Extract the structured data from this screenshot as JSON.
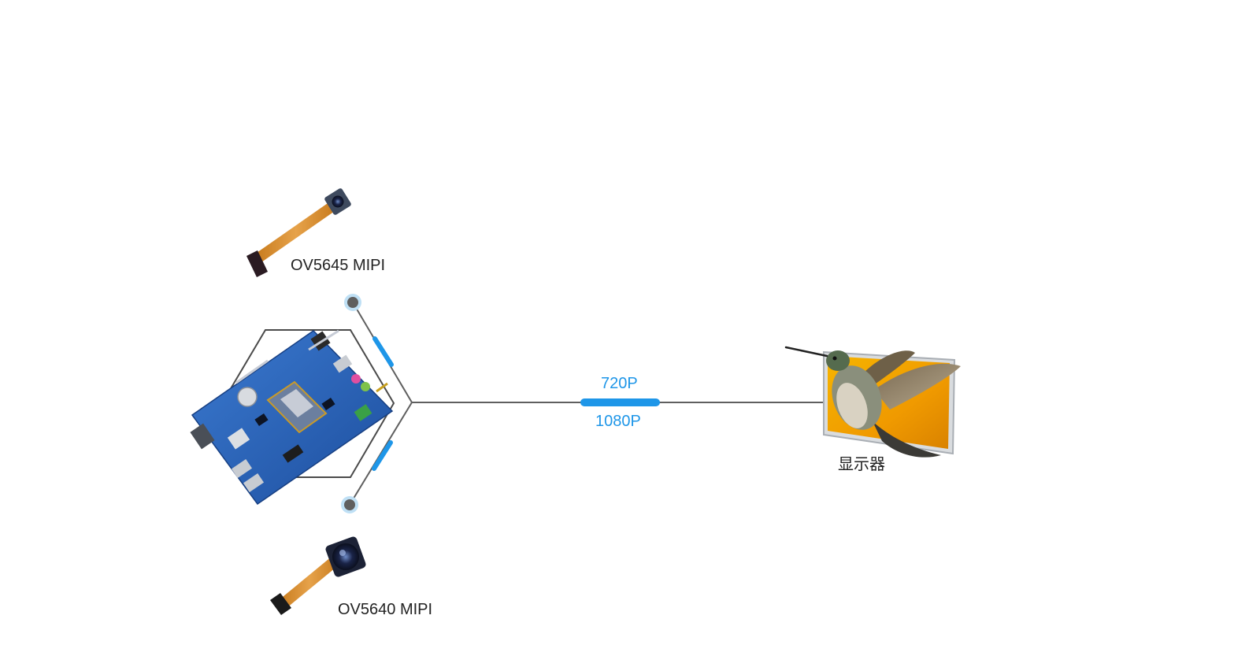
{
  "diagram": {
    "cameras": [
      {
        "name": "OV5645 MIPI"
      },
      {
        "name": "OV5640 MIPI"
      }
    ],
    "link": {
      "top_label": "720P",
      "bottom_label": "1080P"
    },
    "display": {
      "label": "显示器"
    },
    "colors": {
      "accent": "#1e96e8",
      "line": "#5f5f5f",
      "board": "#2a63b8",
      "screen": "#f2a900"
    }
  }
}
